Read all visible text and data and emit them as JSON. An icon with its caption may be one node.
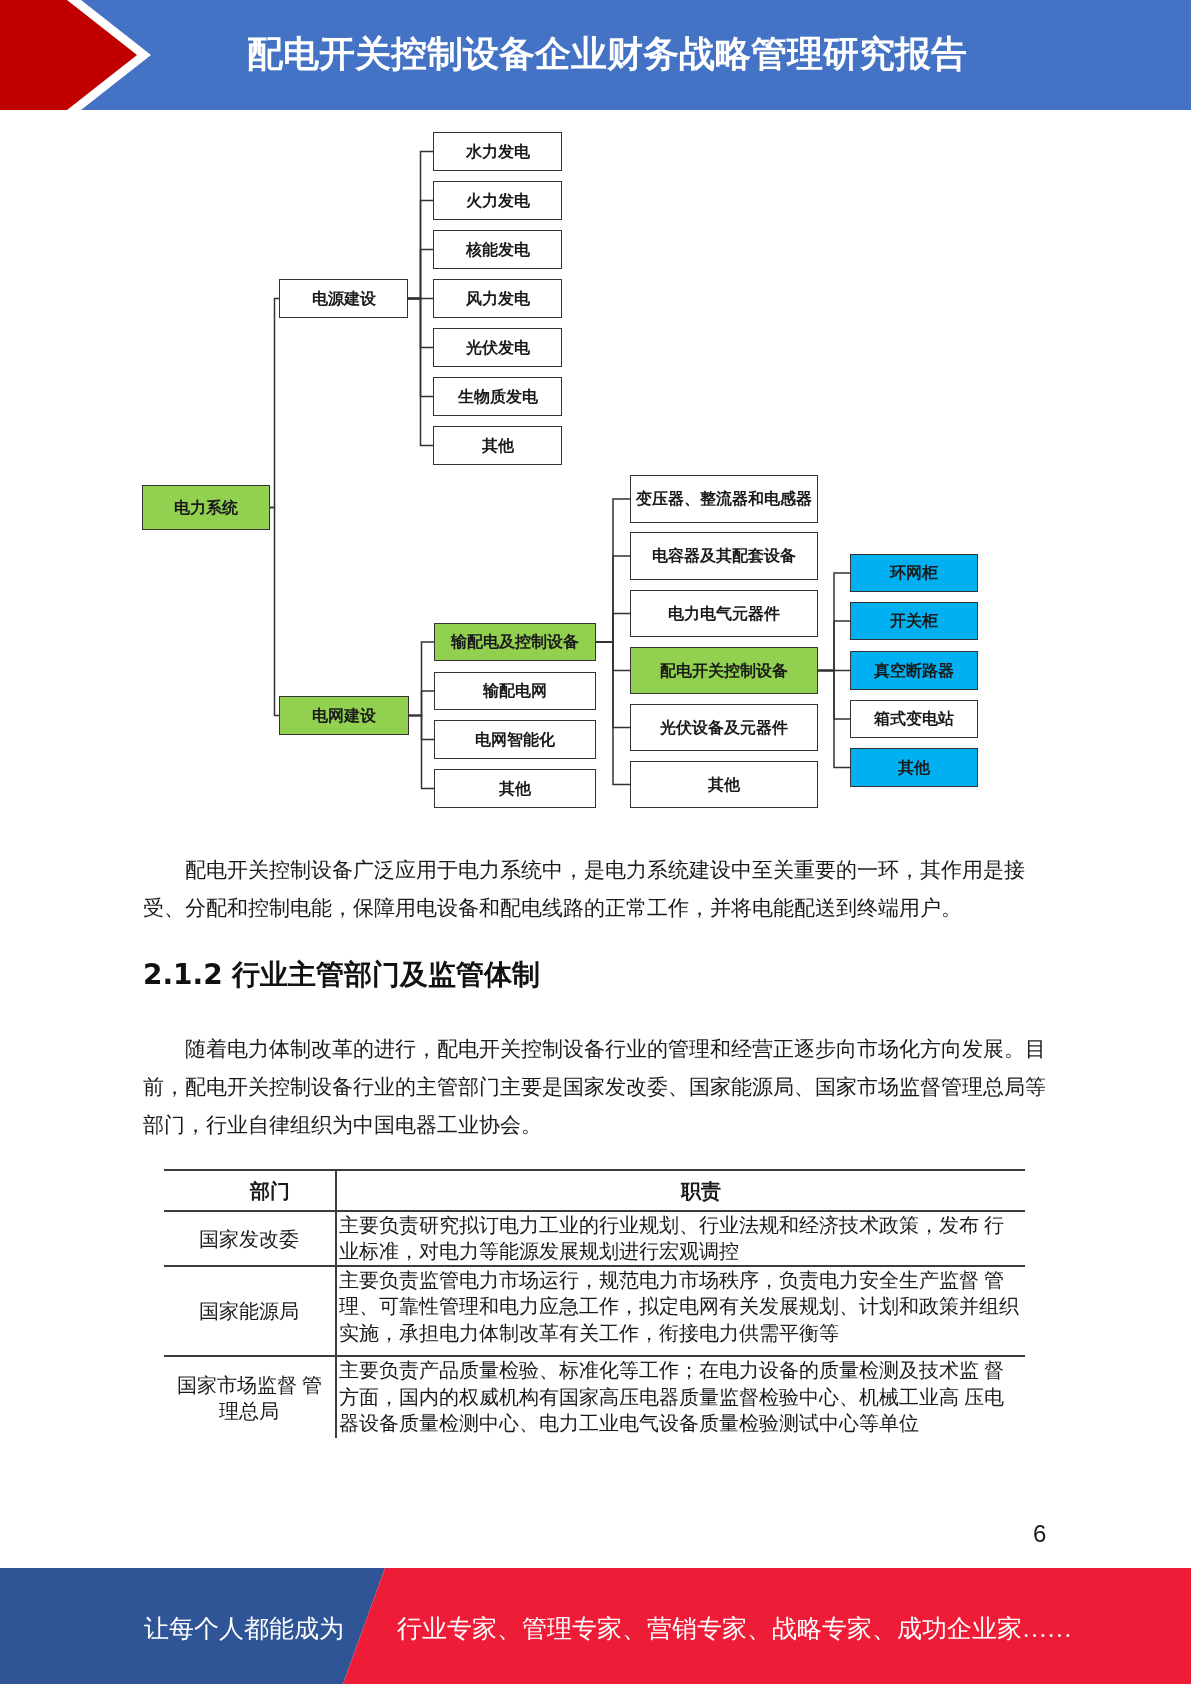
{
  "diagram": {
    "title": "配电开关控制设备企业财务战略管理研究报告",
    "nodes": [
      {
        "text": [
          "电力系统"
        ]
      },
      {
        "text": [
          "电源建设"
        ]
      },
      {
        "text": [
          "水力发电"
        ]
      },
      {
        "text": [
          "火力发电"
        ]
      },
      {
        "text": [
          "核能发电"
        ]
      },
      {
        "text": [
          "风力发电"
        ]
      },
      {
        "text": [
          "光伏发电"
        ]
      },
      {
        "text": [
          "生物质发电"
        ]
      },
      {
        "text": [
          "其他"
        ]
      },
      {
        "text": [
          "电网建设"
        ]
      },
      {
        "text": [
          "输配电及控制设备"
        ]
      },
      {
        "text": [
          "输配电网"
        ]
      },
      {
        "text": [
          "电网智能化"
        ]
      },
      {
        "text": [
          "其他"
        ]
      },
      {
        "text": [
          "变压器、整流器和电感器"
        ]
      },
      {
        "text": [
          "电容器及其配套设备"
        ]
      },
      {
        "text": [
          "电力电气元器件"
        ]
      },
      {
        "text": [
          "配电开关控制设备"
        ]
      },
      {
        "text": [
          "光伏设备及元器件"
        ]
      },
      {
        "text": [
          "其他"
        ]
      },
      {
        "text": [
          "环网柜"
        ]
      },
      {
        "text": [
          "开关柜"
        ]
      },
      {
        "text": [
          "真空断路器"
        ]
      },
      {
        "text": [
          "箱式变电站"
        ]
      },
      {
        "text": [
          "其他"
        ]
      }
    ],
    "edges": [
      {
        "from": 0,
        "to": 1,
        "arrow": "none"
      },
      {
        "from": 0,
        "to": 9,
        "arrow": "none"
      },
      {
        "from": 1,
        "to": 2,
        "arrow": "none"
      },
      {
        "from": 1,
        "to": 3,
        "arrow": "none"
      },
      {
        "from": 1,
        "to": 4,
        "arrow": "none"
      },
      {
        "from": 1,
        "to": 5,
        "arrow": "none"
      },
      {
        "from": 1,
        "to": 6,
        "arrow": "none"
      },
      {
        "from": 1,
        "to": 7,
        "arrow": "none"
      },
      {
        "from": 1,
        "to": 8,
        "arrow": "none"
      },
      {
        "from": 9,
        "to": 10,
        "arrow": "none"
      },
      {
        "from": 9,
        "to": 11,
        "arrow": "none"
      },
      {
        "from": 9,
        "to": 12,
        "arrow": "none"
      },
      {
        "from": 9,
        "to": 13,
        "arrow": "none"
      },
      {
        "from": 10,
        "to": 14,
        "arrow": "none"
      },
      {
        "from": 10,
        "to": 15,
        "arrow": "none"
      },
      {
        "from": 10,
        "to": 16,
        "arrow": "none"
      },
      {
        "from": 10,
        "to": 17,
        "arrow": "none"
      },
      {
        "from": 10,
        "to": 18,
        "arrow": "none"
      },
      {
        "from": 10,
        "to": 19,
        "arrow": "none"
      },
      {
        "from": 17,
        "to": 20,
        "arrow": "none"
      },
      {
        "from": 17,
        "to": 21,
        "arrow": "none"
      },
      {
        "from": 17,
        "to": 22,
        "arrow": "none"
      },
      {
        "from": 17,
        "to": 23,
        "arrow": "none"
      },
      {
        "from": 17,
        "to": 24,
        "arrow": "none"
      }
    ],
    "labels": [
      "配电开关控制设备广泛应用于电力系统中，是电力系统建设中至关重要的一环，其作用是接受、分配和控制电能，保障用电设备和配电线路的正常工作，并将电能配送到终端用户。",
      "2.1.2 行业主管部门及监管体制",
      "随着电力体制改革的进行，配电开关控制设备行业的管理和经营正逐步向市场化方向发展。目前，配电开关控制设备行业的主管部门主要是国家发改委、国家能源局、国家市场监督管理总局等部门，行业自律组织为中国电器工业协会。",
      "部门",
      "职责",
      "国家发改委",
      "主要负责研究拟订电力工业的行业规划、行业法规和经济技术政策，发布 行业标准，对电力等能源发展规划进行宏观调控",
      "国家能源局",
      "主要负责监管电力市场运行，规范电力市场秩序，负责电力安全生产监督 管理、可靠性管理和电力应急工作，拟定电网有关发展规划、计划和政策并组织实施，承担电力体制改革有关工作，衔接电力供需平衡等",
      "国家市场监督 管理总局",
      "主要负责产品质量检验、标准化等工作；在电力设备的质量检测及技术监 督方面，国内的权威机构有国家高压电器质量监督检验中心、机械工业高 压电器设备质量检测中心、电力工业电气设备质量检验测试中心等单位",
      "6",
      "让每个人都能成为",
      "行业专家、管理专家、营销专家、战略专家、成功企业家……"
    ]
  }
}
